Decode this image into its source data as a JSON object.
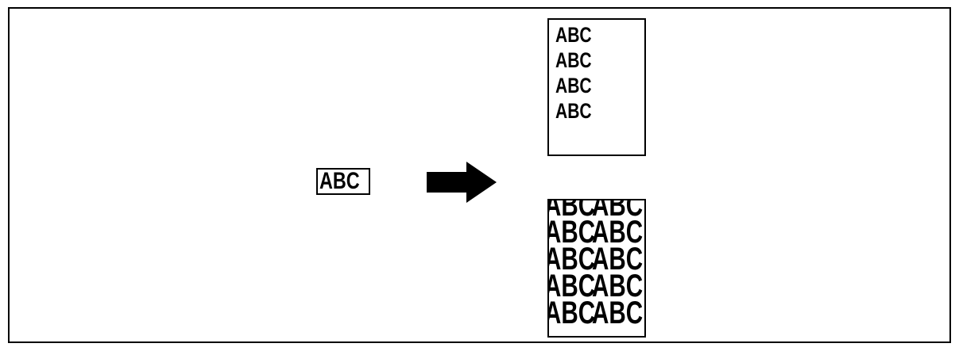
{
  "original": {
    "text": "ABC"
  },
  "result_single": {
    "lines": [
      "ABC",
      "ABC",
      "ABC",
      "ABC"
    ]
  },
  "result_repeat": {
    "rows": [
      [
        "ABC",
        "ABC"
      ],
      [
        "ABC",
        "ABC"
      ],
      [
        "ABC",
        "ABC"
      ],
      [
        "ABC",
        "ABC"
      ],
      [
        "ABC",
        "ABC"
      ]
    ]
  }
}
